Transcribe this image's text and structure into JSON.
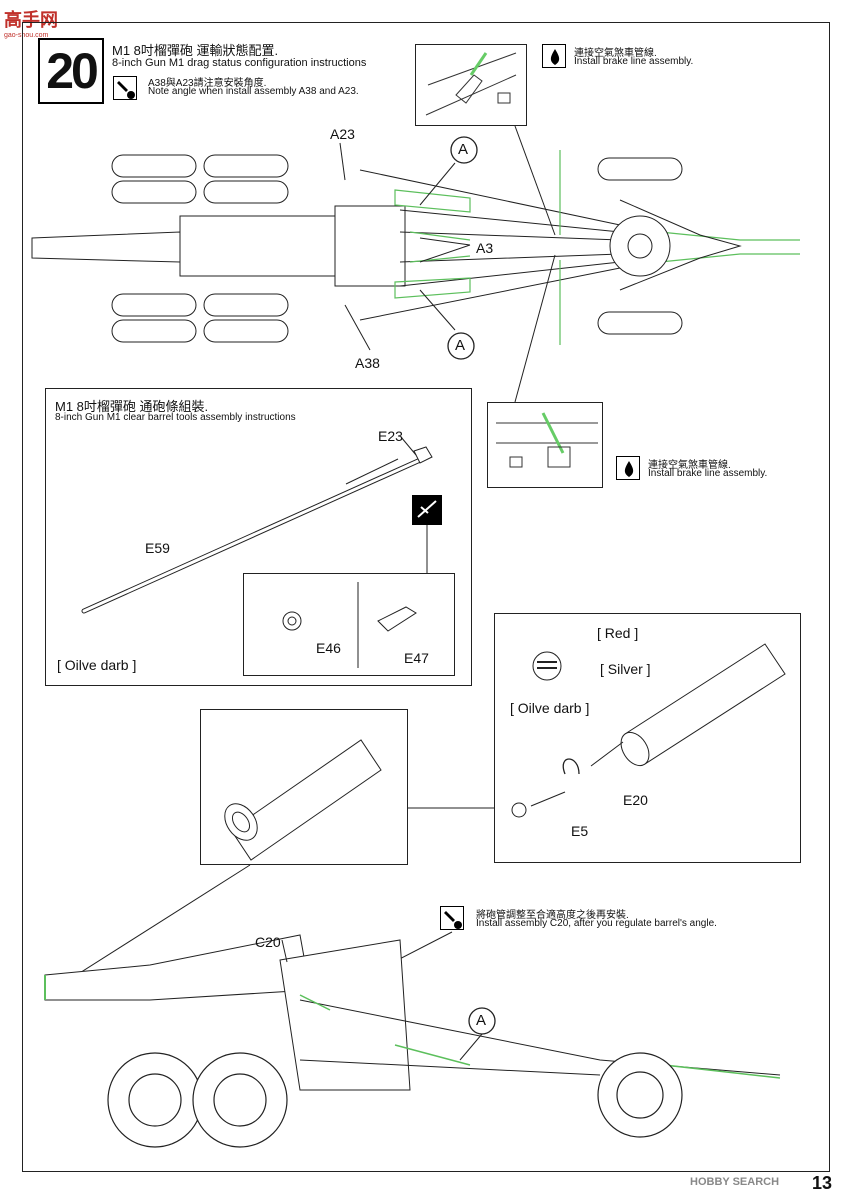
{
  "watermark": {
    "top_logo": "高手网",
    "top_logo_sub": "gao-shou.com",
    "bottom_logo": "HOBBY SEARCH"
  },
  "page_number": "13",
  "step": {
    "number": "20",
    "title_cn": "M1 8吋榴彈砲  運輸狀態配置.",
    "title_en": "8-inch Gun M1 drag status configuration instructions",
    "note_cn": "A38與A23請注意安裝角度.",
    "note_en": "Note angle when install assembly A38 and A23."
  },
  "brake_note_top": {
    "cn": "連接空氣煞車管線.",
    "en": "Install brake line assembly."
  },
  "brake_note_mid": {
    "cn": "連接空氣煞車管線.",
    "en": "Install brake line assembly."
  },
  "barrel_note": {
    "cn": "將砲管調整至合適高度之後再安裝.",
    "en": "Install assembly C20, after you regulate barrel's angle."
  },
  "top_view_labels": {
    "a23": "A23",
    "a3": "A3",
    "a38": "A38",
    "callout_a_1": "A",
    "callout_a_2": "A"
  },
  "tools_panel": {
    "title_cn": "M1 8吋榴彈砲  通砲條組裝.",
    "title_en": "8-inch Gun M1 clear barrel tools assembly instructions",
    "e23": "E23",
    "e59": "E59",
    "e46": "E46",
    "e47": "E47",
    "color": "[ Oilve darb ]"
  },
  "muzzle_panel": {
    "red": "[ Red ]",
    "silver": "[ Silver ]",
    "olive": "[ Oilve darb ]",
    "e20": "E20",
    "e5": "E5"
  },
  "side_view_labels": {
    "c20": "C20",
    "callout_a": "A"
  }
}
